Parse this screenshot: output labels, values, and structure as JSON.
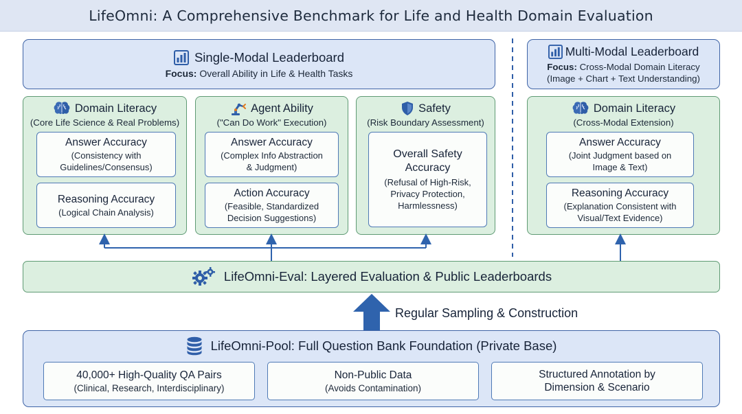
{
  "title": "LifeOmni: A Comprehensive Benchmark for Life and Health Domain Evaluation",
  "single_modal": {
    "title": "Single-Modal Leaderboard",
    "focus_label": "Focus:",
    "focus_text": "Overall Ability in Life & Health Tasks"
  },
  "multi_modal": {
    "title": "Multi-Modal Leaderboard",
    "focus_label": "Focus:",
    "focus_text": "Cross-Modal Domain Literacy",
    "focus_text2": "(Image + Chart + Text Understanding)"
  },
  "pillars": [
    {
      "title": "Domain Literacy",
      "subtitle": "(Core Life Science & Real Problems)",
      "icon": "brain-icon",
      "cards": [
        {
          "title": "Answer Accuracy",
          "lines": [
            "(Consistency with",
            "Guidelines/Consensus)"
          ]
        },
        {
          "title": "Reasoning Accuracy",
          "lines": [
            "(Logical Chain Analysis)"
          ]
        }
      ]
    },
    {
      "title": "Agent Ability",
      "subtitle": "(\"Can Do Work\" Execution)",
      "icon": "robot-arm-icon",
      "cards": [
        {
          "title": "Answer Accuracy",
          "lines": [
            "(Complex Info Abstraction",
            "& Judgment)"
          ]
        },
        {
          "title": "Action Accuracy",
          "lines": [
            "(Feasible, Standardized",
            "Decision Suggestions)"
          ]
        }
      ]
    },
    {
      "title": "Safety",
      "subtitle": "(Risk Boundary Assessment)",
      "icon": "shield-icon",
      "cards": [
        {
          "title_lines": [
            "Overall Safety",
            "Accuracy"
          ],
          "lines": [
            "(Refusal of High-Risk,",
            "Privacy Protection,",
            "Harmlessness)"
          ]
        }
      ]
    },
    {
      "title": "Domain Literacy",
      "subtitle": "(Cross-Modal Extension)",
      "icon": "brain-icon",
      "cards": [
        {
          "title": "Answer Accuracy",
          "lines": [
            "(Joint Judgment based on",
            "Image & Text)"
          ]
        },
        {
          "title": "Reasoning Accuracy",
          "lines": [
            "(Explanation Consistent with",
            "Visual/Text Evidence)"
          ]
        }
      ]
    }
  ],
  "eval": {
    "title": "LifeOmni-Eval: Layered Evaluation & Public Leaderboards"
  },
  "sampling": "Regular Sampling & Construction",
  "pool": {
    "title": "LifeOmni-Pool: Full Question Bank Foundation (Private Base)",
    "items": [
      {
        "line1": "40,000+ High-Quality QA Pairs",
        "line2": "(Clinical, Research, Interdisciplinary)"
      },
      {
        "line1": "Non-Public Data",
        "line2": "(Avoids Contamination)"
      },
      {
        "line1": "Structured Annotation by",
        "line2": "Dimension & Scenario"
      }
    ]
  },
  "colors": {
    "blue_fill": "#dce6f7",
    "blue_border": "#3e63a6",
    "green_fill": "#dcefe0",
    "green_border": "#5e9a73",
    "arrow": "#2f63ad"
  }
}
